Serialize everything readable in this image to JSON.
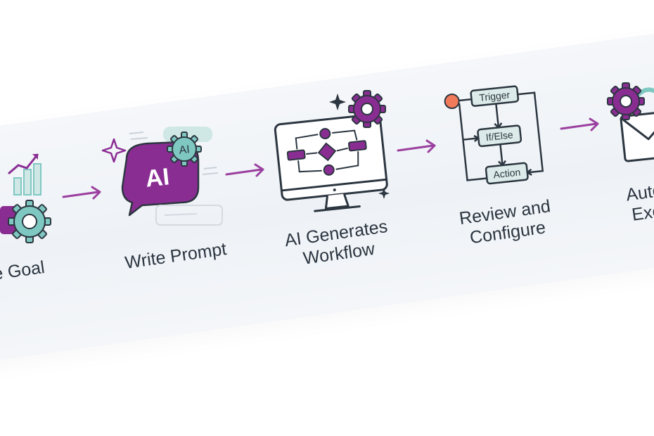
{
  "steps": [
    {
      "id": "goal",
      "label_lines": [
        "ne Goal"
      ]
    },
    {
      "id": "prompt",
      "label_lines": [
        "Write Prompt"
      ],
      "bubble_text": "AI",
      "badge_text": "AI"
    },
    {
      "id": "generate",
      "label_lines": [
        "AI Generates",
        "Workflow"
      ]
    },
    {
      "id": "review",
      "label_lines": [
        "Review and",
        "Configure"
      ],
      "nodes": [
        "Trigger",
        "If/Else",
        "Action"
      ]
    },
    {
      "id": "execute",
      "label_lines": [
        "Auto",
        "Exe"
      ]
    }
  ],
  "colors": {
    "purple": "#8a2d93",
    "teal": "#7fc8c2",
    "teal_light": "#cfe8e5",
    "outline": "#2c3640",
    "orange": "#f07a5a",
    "arrow": "#9b3f9f",
    "node_fill": "#dcebe9"
  }
}
